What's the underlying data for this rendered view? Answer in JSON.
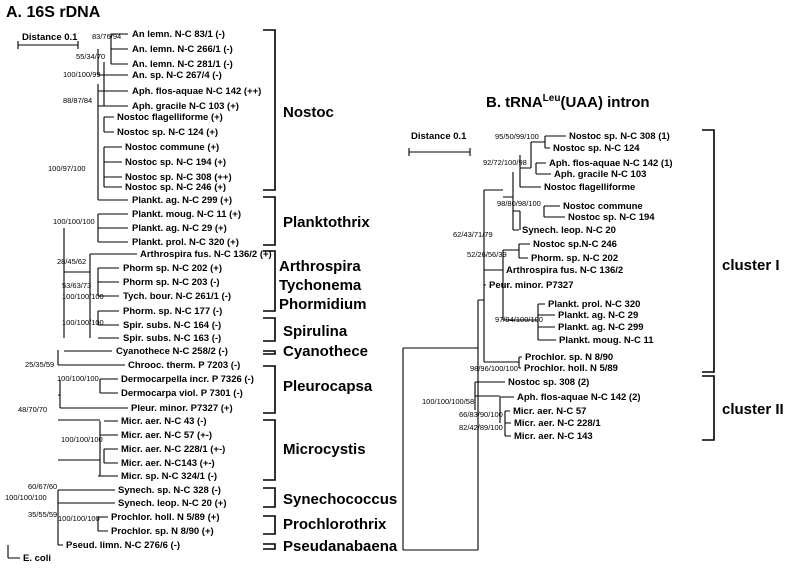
{
  "panelA": {
    "title": "A. 16S rDNA",
    "scale": "Distance 0.1",
    "leaves": [
      "An lemn. N-C 83/1 (-)",
      "An. lemn. N-C 266/1 (-)",
      "An. lemn. N-C 281/1 (-)",
      "An. sp. N-C 267/4 (-)",
      "Aph. flos-aquae N-C 142 (++)",
      "Aph. gracile N-C 103 (+)",
      "Nostoc flagelliforme (+)",
      "Nostoc sp. N-C 124 (+)",
      "Nostoc commune (+)",
      "Nostoc sp. N-C 194 (+)",
      "Nostoc sp. N-C 308 (++)",
      "Nostoc sp. N-C 246 (+)",
      "Plankt. ag. N-C 299 (+)",
      "Plankt. moug. N-C 11 (+)",
      "Plankt. ag. N-C 29 (+)",
      "Plankt. prol. N-C 320 (+)",
      "Arthrospira fus. N-C 136/2 (+)",
      "Phorm sp. N-C 202 (+)",
      "Phorm sp. N-C 203 (-)",
      "Tych. bour. N-C 261/1 (-)",
      "Phorm. sp. N-C 177 (-)",
      "Spir. subs. N-C 164 (-)",
      "Spir. subs. N-C 163 (-)",
      "Cyanothece N-C 258/2 (-)",
      "Chrooc. therm. P 7203 (-)",
      "Dermocarpella incr. P 7326 (-)",
      "Dermocarpa viol. P 7301 (-)",
      "Pleur. minor. P7327 (+)",
      "Micr. aer. N-C 43 (-)",
      "Micr. aer. N-C 57 (+-)",
      "Micr. aer. N-C 228/1 (+-)",
      "Micr. aer. N-C143 (+-)",
      "Micr. sp. N-C 324/1 (-)",
      "Synech. sp. N-C 328 (-)",
      "Synech. leop. N-C 20 (+)",
      "Prochlor. holl. N 5/89 (+)",
      "Prochlor. sp. N 8/90 (+)",
      "Pseud. limn. N-C 276/6 (-)",
      "E. coli"
    ],
    "bootstrap": [
      "83/76/94",
      "55/34/70",
      "100/100/99",
      "88/87/84",
      "100/97/100",
      "100/100/100",
      "28/45/62",
      "53/63/73",
      "100/100/100",
      "100/100/100",
      "25/35/59",
      "100/100/100",
      "100/100/100",
      "48/70/70",
      "60/67/60",
      "100/100/100",
      "35/55/59",
      "100/100/100"
    ],
    "groups": [
      "Nostoc",
      "Planktothrix",
      "Arthrospira",
      "Tychonema",
      "Phormidium",
      "Spirulina",
      "Cyanothece",
      "Pleurocapsa",
      "Microcystis",
      "Synechococcus",
      "Prochlorothrix",
      "Pseudanabaena"
    ]
  },
  "panelB": {
    "title_prefix": "B. tRNA",
    "title_sup": "Leu",
    "title_suffix": "(UAA) intron",
    "scale": "Distance 0.1",
    "leaves": [
      "Nostoc sp. N-C 308 (1)",
      "Nostoc sp. N-C 124",
      "Aph. flos-aquae N-C 142 (1)",
      "Aph. gracile N-C 103",
      "Nostoc flagelliforme",
      "Nostoc commune",
      "Nostoc sp. N-C 194",
      "Synech. leop. N-C 20",
      "Nostoc sp.N-C 246",
      "Phorm. sp. N-C 202",
      "Arthrospira fus. N-C 136/2",
      "Peur. minor. P7327",
      "Plankt. prol. N-C 320",
      "Plankt. ag. N-C 29",
      "Plankt. ag. N-C 299",
      "Plankt. moug. N-C 11",
      "Prochlor. sp. N 8/90",
      "Prochlor. holl. N 5/89",
      "Nostoc sp. 308 (2)",
      "Aph. flos-aquae N-C 142 (2)",
      "Micr. aer. N-C 57",
      "Micr. aer. N-C 228/1",
      "Micr. aer. N-C 143"
    ],
    "bootstrap": [
      "95/50/99/100",
      "92/72/100/98",
      "98/80/98/100",
      "62/43/71/79",
      "52/26/56/39",
      "97/94/100/100",
      "98/96/100/100",
      "100/100/100/58",
      "66/83/90/100",
      "82/42/89/100"
    ],
    "groups": [
      "cluster I",
      "cluster II"
    ]
  }
}
